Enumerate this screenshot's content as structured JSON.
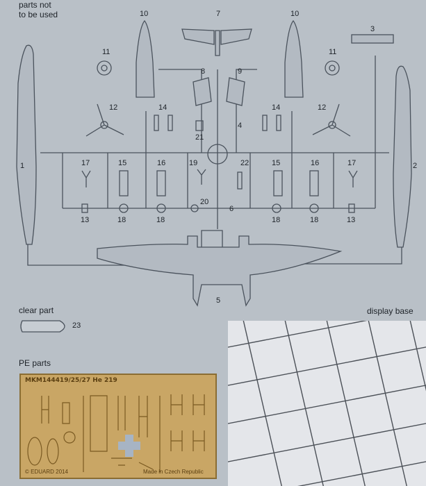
{
  "captions": {
    "parts_not_line1": "parts not",
    "parts_not_line2": "to be used",
    "clear_part": "clear part",
    "display_base": "display base",
    "pe_parts": "PE parts"
  },
  "part_numbers": {
    "p1": "1",
    "p2": "2",
    "p3": "3",
    "p4": "4",
    "p5": "5",
    "p6": "6",
    "p7": "7",
    "p8": "8",
    "p9": "9",
    "p10a": "10",
    "p10b": "10",
    "p11a": "11",
    "p11b": "11",
    "p12a": "12",
    "p12b": "12",
    "p13a": "13",
    "p13b": "13",
    "p14a": "14",
    "p14b": "14",
    "p15a": "15",
    "p15b": "15",
    "p16a": "16",
    "p16b": "16",
    "p17a": "17",
    "p17b": "17",
    "p18a": "18",
    "p18b": "18",
    "p18c": "18",
    "p18d": "18",
    "p19": "19",
    "p20": "20",
    "p21": "21",
    "p22": "22",
    "p23": "23"
  },
  "pe_fret": {
    "title": "MKM144419/25/27 He 219",
    "copyright": "© EDUARD 2014",
    "origin": "Made in Czech Republic"
  },
  "colors": {
    "sprue_outline": "#4a525c",
    "sheet_background": "#b9c0c7",
    "pe_brass": "#c9a665",
    "display_base_grid": "#4b5057"
  }
}
